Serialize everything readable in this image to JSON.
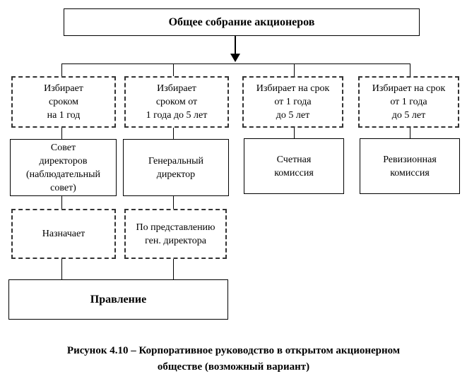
{
  "top": {
    "label": "Общее собрание акционеров"
  },
  "election_terms": [
    {
      "label": "Избирает\nсроком\nна 1 год"
    },
    {
      "label": "Избирает\nсроком от\n1 года до 5 лет"
    },
    {
      "label": "Избирает на срок\nот 1 года\nдо 5 лет"
    },
    {
      "label": "Избирает на срок\nот 1 года\nдо 5 лет"
    }
  ],
  "bodies": [
    {
      "label": "Совет\nдиректоров\n(наблюдательный\nсовет)"
    },
    {
      "label": "Генеральный\nдиректор"
    },
    {
      "label": "Счетная\nкомиссия"
    },
    {
      "label": "Ревизионная\nкомиссия"
    }
  ],
  "appointment": [
    {
      "label": "Назначает"
    },
    {
      "label": "По представлению\nген. директора"
    }
  ],
  "board": {
    "label": "Правление"
  },
  "caption": "Рисунок  4.10 – Корпоративное  руководство  в  открытом акционерном\nобществе (возможный вариант)"
}
